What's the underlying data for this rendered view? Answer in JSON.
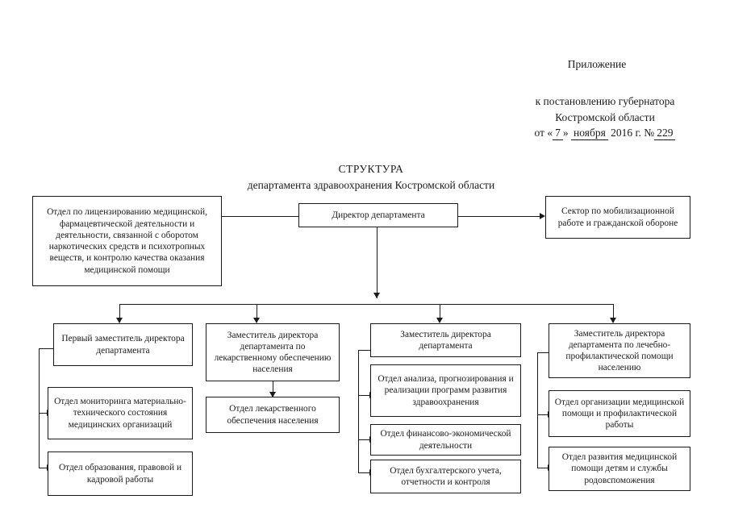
{
  "document": {
    "header": {
      "appendix_label": "Приложение",
      "line1": "к постановлению губернатора",
      "line2": "Костромской области",
      "date_prefix": "от «",
      "date_day": "7",
      "date_mid": "»",
      "date_month": "ноября",
      "date_year": "2016 г. №",
      "doc_number": "229"
    },
    "title": {
      "line1": "СТРУКТУРА",
      "line2": "департамента здравоохранения Костромской области"
    }
  },
  "chart_data": {
    "type": "diagram",
    "title": "СТРУКТУРА департамента здравоохранения Костромской области",
    "nodes": [
      {
        "id": "director",
        "label": "Директор департамента",
        "level": 0
      },
      {
        "id": "licensing",
        "label": "Отдел по лицензированию медицинской, фармацевтической деятельности и деятельности, связанной с оборотом наркотических средств и психотропных веществ, и контролю качества оказания медицинской помощи",
        "level": 1
      },
      {
        "id": "mobilization",
        "label": "Сектор  по мобилизационной работе и гражданской обороне",
        "level": 1
      },
      {
        "id": "deputy-first",
        "label": "Первый заместитель директора департамента",
        "level": 2
      },
      {
        "id": "dept-monitoring",
        "label": "Отдел мониторинга материально-технического состояния медицинских организаций",
        "level": 3
      },
      {
        "id": "dept-education",
        "label": "Отдел образования, правовой и кадровой работы",
        "level": 3
      },
      {
        "id": "deputy-drugs",
        "label": "Заместитель директора департамента по лекарственному обеспечению населения",
        "level": 2
      },
      {
        "id": "dept-drugs",
        "label": "Отдел лекарственного обеспечения населения",
        "level": 3
      },
      {
        "id": "deputy-general",
        "label": "Заместитель директора департамента",
        "level": 2
      },
      {
        "id": "dept-analysis",
        "label": "Отдел анализа, прогнозирования и реализации программ развития здравоохранения",
        "level": 3
      },
      {
        "id": "dept-finance",
        "label": "Отдел финансово-экономической деятельности",
        "level": 3
      },
      {
        "id": "dept-accounting",
        "label": "Отдел бухгалтерского учета, отчетности и контроля",
        "level": 3
      },
      {
        "id": "deputy-treatment",
        "label": "Заместитель директора департамента по лечебно-профилактической помощи населению",
        "level": 2
      },
      {
        "id": "dept-medorg",
        "label": "Отдел организации медицинской помощи и профилактической работы",
        "level": 3
      },
      {
        "id": "dept-children",
        "label": "Отдел развития медицинской помощи детям и службы родовспоможения",
        "level": 3
      }
    ],
    "edges": [
      {
        "from": "director",
        "to": "licensing"
      },
      {
        "from": "director",
        "to": "mobilization"
      },
      {
        "from": "director",
        "to": "deputy-first"
      },
      {
        "from": "director",
        "to": "deputy-drugs"
      },
      {
        "from": "director",
        "to": "deputy-general"
      },
      {
        "from": "director",
        "to": "deputy-treatment"
      },
      {
        "from": "deputy-first",
        "to": "dept-monitoring"
      },
      {
        "from": "deputy-first",
        "to": "dept-education"
      },
      {
        "from": "deputy-drugs",
        "to": "dept-drugs"
      },
      {
        "from": "deputy-general",
        "to": "dept-analysis"
      },
      {
        "from": "deputy-general",
        "to": "dept-finance"
      },
      {
        "from": "deputy-general",
        "to": "dept-accounting"
      },
      {
        "from": "deputy-treatment",
        "to": "dept-medorg"
      },
      {
        "from": "deputy-treatment",
        "to": "dept-children"
      }
    ],
    "colors": {
      "line": "#1a1a1a",
      "box_fill": "#ffffff",
      "text": "#1a1a1a"
    }
  }
}
